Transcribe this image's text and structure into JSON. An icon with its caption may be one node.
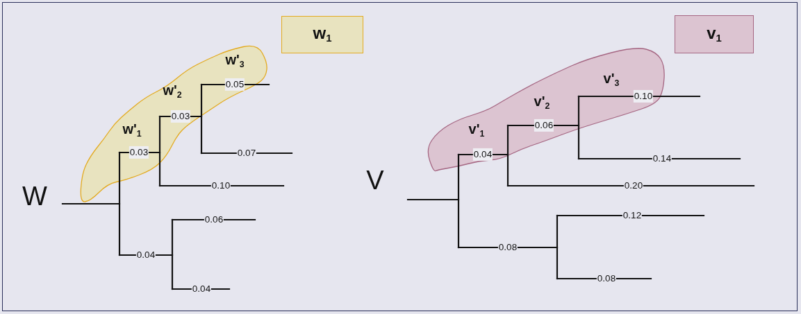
{
  "diagram": {
    "nodes": [
      {
        "text": [
          "w'$_{1}$",
          "w'$_{2}$",
          "w'$_{3}$"
        ]
      },
      {
        "text": [
          "w$_{1}$"
        ]
      },
      {
        "text": [
          "v'$_{1}$",
          "v'$_{2}$",
          "v'$_{3}$"
        ]
      },
      {
        "text": [
          "v$_{1}$"
        ]
      }
    ],
    "edges": [],
    "labels": [
      "W",
      "0.05",
      "0.03",
      "0.03",
      "0.07",
      "0.10",
      "0.06",
      "0.04",
      "0.04",
      "V",
      "0.10",
      "0.06",
      "0.04",
      "0.14",
      "0.20",
      "0.12",
      "0.08",
      "0.08"
    ]
  }
}
